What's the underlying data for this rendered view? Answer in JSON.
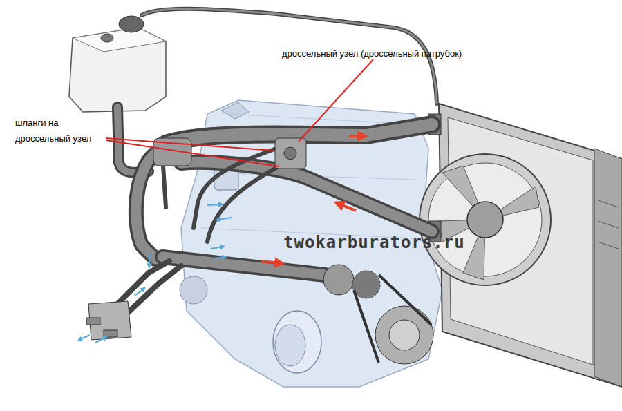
{
  "diagram": {
    "labels": [
      "дроссельный узел (дроссельный патрубок)",
      "шланги на дроссельный узел",
      "twokarburators.ru"
    ]
  }
}
